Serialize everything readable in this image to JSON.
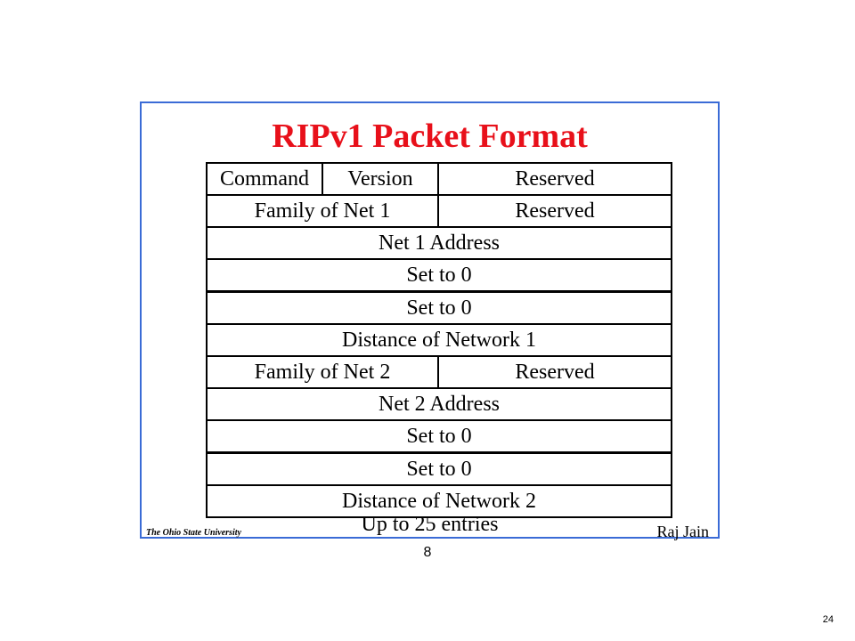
{
  "slide": {
    "title": "RIPv1 Packet Format",
    "rows": [
      {
        "cells": [
          {
            "text": "Command",
            "span": 1
          },
          {
            "text": "Version",
            "span": 1
          },
          {
            "text": "Reserved",
            "span": 2
          }
        ]
      },
      {
        "cells": [
          {
            "text": "Family of Net 1",
            "span": 2
          },
          {
            "text": "Reserved",
            "span": 2
          }
        ]
      },
      {
        "cells": [
          {
            "text": "Net 1 Address",
            "span": 4
          }
        ]
      },
      {
        "cells": [
          {
            "text": "Set to 0",
            "span": 4
          }
        ]
      },
      {
        "cells": [
          {
            "text": "Set to 0",
            "span": 4
          }
        ],
        "thick": true
      },
      {
        "cells": [
          {
            "text": "Distance of  Network 1",
            "span": 4
          }
        ]
      },
      {
        "cells": [
          {
            "text": "Family of Net 2",
            "span": 2
          },
          {
            "text": "Reserved",
            "span": 2
          }
        ]
      },
      {
        "cells": [
          {
            "text": "Net 2 Address",
            "span": 4
          }
        ]
      },
      {
        "cells": [
          {
            "text": "Set to 0",
            "span": 4
          }
        ]
      },
      {
        "cells": [
          {
            "text": "Set to 0",
            "span": 4
          }
        ],
        "thick": true
      },
      {
        "cells": [
          {
            "text": "Distance of  Network 2",
            "span": 4
          }
        ]
      }
    ],
    "entries_note": "Up to 25 entries",
    "footer_left": "The Ohio State University",
    "footer_right": "Raj Jain"
  },
  "slide_number": "8",
  "page_number": "24"
}
